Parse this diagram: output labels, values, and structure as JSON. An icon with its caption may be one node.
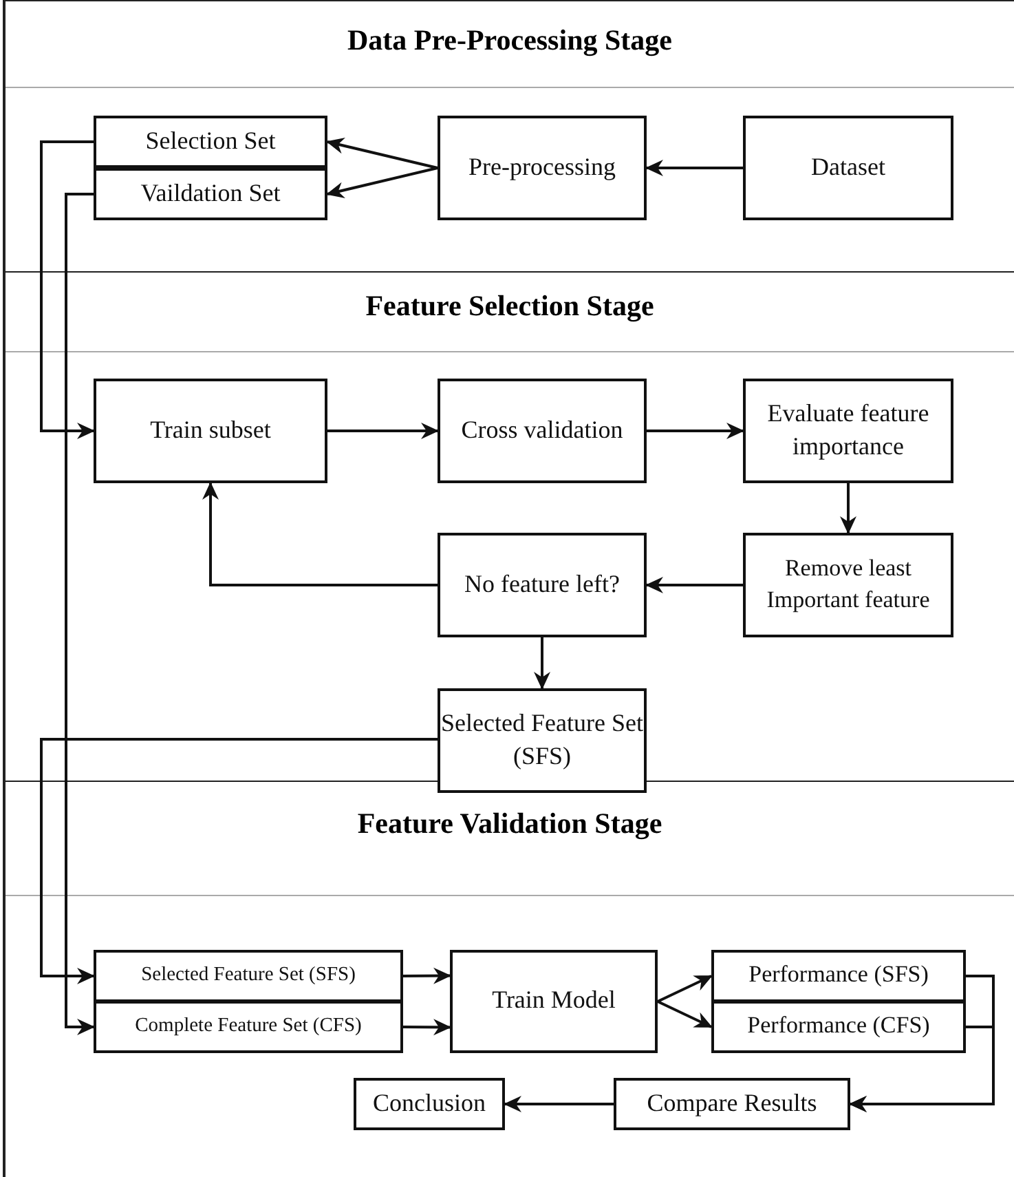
{
  "diagram": {
    "nodes": [
      {
        "text": [
          "Data Pre-Processing Stage"
        ]
      },
      {
        "text": [
          "Selection Set"
        ],
        "in": 0
      },
      {
        "text": [
          "Vaildation Set"
        ],
        "in": 0
      },
      {
        "text": [
          "Pre-processing"
        ],
        "in": 0
      },
      {
        "text": [
          "Dataset"
        ],
        "in": 0
      },
      {
        "text": [
          "Feature Selection Stage"
        ]
      },
      {
        "text": [
          "Train subset"
        ],
        "in": 5
      },
      {
        "text": [
          "Cross validation"
        ],
        "in": 5
      },
      {
        "text": [
          "Evaluate feature importance"
        ],
        "in": 5
      },
      {
        "text": [
          "No feature left?"
        ],
        "in": 5
      },
      {
        "text": [
          "Remove least Important feature"
        ],
        "in": 5
      },
      {
        "text": [
          "Selected Feature Set (SFS)"
        ],
        "in": 5
      },
      {
        "text": [
          "Feature Validation Stage"
        ]
      },
      {
        "text": [
          "Selected Feature Set (SFS)"
        ],
        "in": 12
      },
      {
        "text": [
          "Complete Feature Set (CFS)"
        ],
        "in": 12
      },
      {
        "text": [
          "Train Model"
        ],
        "in": 12
      },
      {
        "text": [
          "Performance (SFS)"
        ],
        "in": 12
      },
      {
        "text": [
          "Performance (CFS)"
        ],
        "in": 12
      },
      {
        "text": [
          "Conclusion"
        ],
        "in": 12
      },
      {
        "text": [
          "Compare Results"
        ],
        "in": 12
      }
    ],
    "edges": [
      {
        "from": 4,
        "to": 3,
        "arrow": "to"
      },
      {
        "from": 3,
        "to": 1,
        "arrow": "to"
      },
      {
        "from": 3,
        "to": 2,
        "arrow": "to"
      },
      {
        "from": 1,
        "to": 6,
        "arrow": "to"
      },
      {
        "from": 6,
        "to": 7,
        "arrow": "to"
      },
      {
        "from": 7,
        "to": 8,
        "arrow": "to"
      },
      {
        "from": 8,
        "to": 10,
        "arrow": "to"
      },
      {
        "from": 10,
        "to": 9,
        "arrow": "to"
      },
      {
        "from": 9,
        "to": 6,
        "arrow": "to"
      },
      {
        "from": 9,
        "to": 11,
        "arrow": "to"
      },
      {
        "from": 11,
        "to": 13,
        "arrow": "to"
      },
      {
        "from": 2,
        "to": 14,
        "arrow": "to"
      },
      {
        "from": 13,
        "to": 15,
        "arrow": "to"
      },
      {
        "from": 14,
        "to": 15,
        "arrow": "to"
      },
      {
        "from": 15,
        "to": 16,
        "arrow": "to"
      },
      {
        "from": 15,
        "to": 17,
        "arrow": "to"
      },
      {
        "from": 16,
        "to": 19,
        "arrow": "to"
      },
      {
        "from": 17,
        "to": 19,
        "arrow": "to"
      },
      {
        "from": 19,
        "to": 18,
        "arrow": "to"
      }
    ]
  }
}
